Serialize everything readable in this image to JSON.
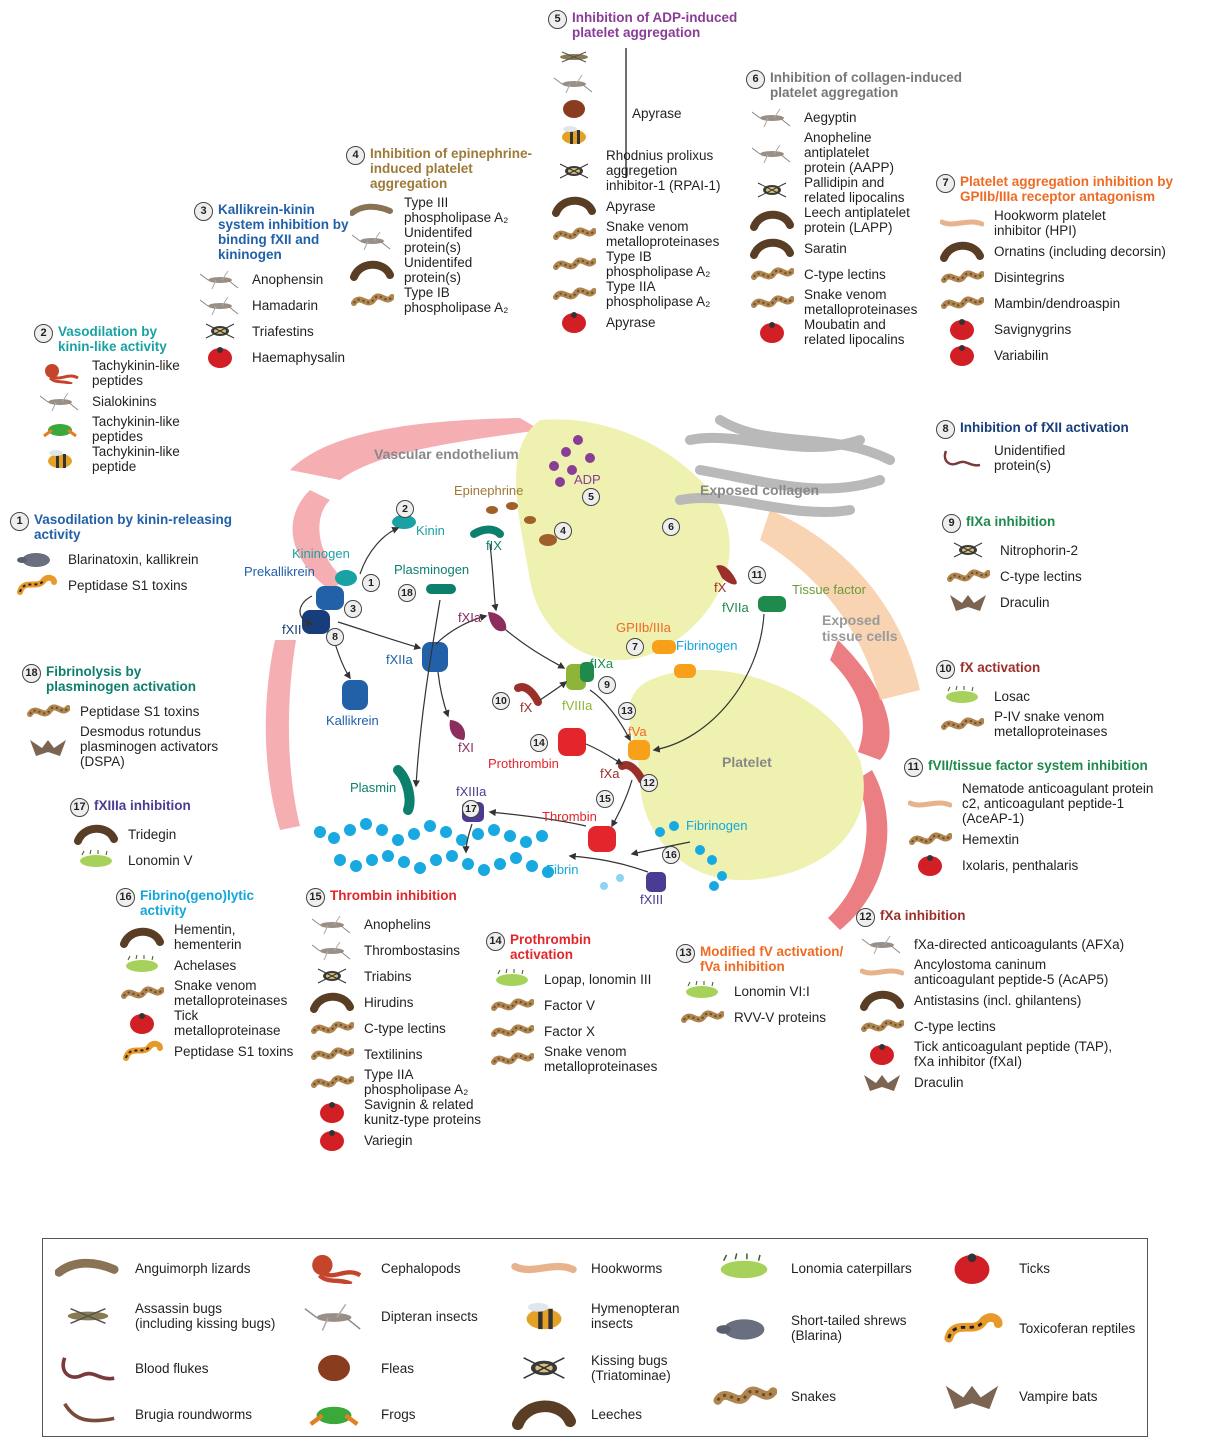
{
  "colors": {
    "teal": "#1aa1a3",
    "darkteal": "#0c7f6d",
    "blue": "#2260a8",
    "navy": "#173e7a",
    "purple": "#8a3d96",
    "gold": "#9e7a38",
    "gray": "#777777",
    "orange": "#ef6a22",
    "green": "#1e8a4c",
    "brown": "#9b2f2a",
    "red": "#e2262b",
    "indigo": "#4a3c92",
    "cyan": "#14a6d8",
    "olive": "#6e9a34"
  },
  "groups": [
    {
      "num": "1",
      "title": "Vasodilation by kinin-releasing\nactivity",
      "color": "#2260a8",
      "items": [
        {
          "icon": "shrew-icon",
          "text": "Blarinatoxin, kallikrein"
        },
        {
          "icon": "toxicoferan-reptile-icon",
          "text": "Peptidase S1 toxins"
        }
      ]
    },
    {
      "num": "2",
      "title": "Vasodilation by\nkinin-like activity",
      "color": "#1aa1a3",
      "items": [
        {
          "icon": "cephalopod-icon",
          "text": "Tachykinin-like\npeptides"
        },
        {
          "icon": "mosquito-icon",
          "text": "Sialokinins"
        },
        {
          "icon": "frog-icon",
          "text": "Tachykinin-like\npeptides"
        },
        {
          "icon": "bee-icon",
          "text": "Tachykinin-like\npeptide"
        }
      ]
    },
    {
      "num": "3",
      "title": "Kallikrein-kinin\nsystem inhibition by\nbinding fXII and\nkininogen",
      "color": "#2260a8",
      "items": [
        {
          "icon": "mosquito-icon",
          "text": "Anophensin"
        },
        {
          "icon": "mosquito-icon",
          "text": "Hamadarin"
        },
        {
          "icon": "kissing-bug-icon",
          "text": "Triafestins"
        },
        {
          "icon": "tick-icon",
          "text": "Haemaphysalin"
        }
      ]
    },
    {
      "num": "4",
      "title": "Inhibition of epinephrine-\ninduced platelet\naggregation",
      "color": "#9e7a38",
      "items": [
        {
          "icon": "lizard-icon",
          "text": "Type III\nphospholipase A₂"
        },
        {
          "icon": "mosquito-icon",
          "text": "Unidentifed\nprotein(s)"
        },
        {
          "icon": "leech-icon",
          "text": "Unidentifed\nprotein(s)"
        },
        {
          "icon": "snake-icon",
          "text": "Type IB\nphospholipase A₂"
        }
      ]
    },
    {
      "num": "5",
      "title": "Inhibition of ADP-induced\nplatelet aggregation",
      "color": "#8a3d96",
      "brace_label": "Apyrase",
      "items": [
        {
          "icon": "assassin-bug-icon",
          "text": ""
        },
        {
          "icon": "mosquito-icon",
          "text": ""
        },
        {
          "icon": "flea-icon",
          "text": ""
        },
        {
          "icon": "bee-icon",
          "text": ""
        },
        {
          "icon": "kissing-bug-icon",
          "text": "Rhodnius prolixus\naggregetion\ninhibitor-1 (RPAI-1)"
        },
        {
          "icon": "leech-icon",
          "text": "Apyrase"
        },
        {
          "icon": "snake-icon",
          "text": "Snake venom\nmetalloproteinases"
        },
        {
          "icon": "snake-icon",
          "text": "Type IB\nphospholipase A₂"
        },
        {
          "icon": "snake-icon",
          "text": "Type IIA\nphospholipase A₂"
        },
        {
          "icon": "tick-icon",
          "text": "Apyrase"
        }
      ]
    },
    {
      "num": "6",
      "title": "Inhibition of collagen-induced\nplatelet aggregation",
      "color": "#777777",
      "items": [
        {
          "icon": "mosquito-icon",
          "text": "Aegyptin"
        },
        {
          "icon": "mosquito-icon",
          "text": "Anopheline\nantiplatelet\nprotein (AAPP)"
        },
        {
          "icon": "kissing-bug-icon",
          "text": "Pallidipin and\nrelated lipocalins"
        },
        {
          "icon": "leech-icon",
          "text": "Leech antiplatelet\nprotein (LAPP)"
        },
        {
          "icon": "leech-icon",
          "text": "Saratin"
        },
        {
          "icon": "snake-icon",
          "text": "C-type lectins"
        },
        {
          "icon": "snake-icon",
          "text": "Snake venom\nmetalloproteinases"
        },
        {
          "icon": "tick-icon",
          "text": "Moubatin and\nrelated lipocalins"
        }
      ]
    },
    {
      "num": "7",
      "title": "Platelet aggregation inhibition by\nGPIIb/IIIa receptor antagonism",
      "color": "#ef6a22",
      "items": [
        {
          "icon": "hookworm-icon",
          "text": "Hookworm platelet\ninhibitor (HPI)"
        },
        {
          "icon": "leech-icon",
          "text": "Ornatins (including decorsin)"
        },
        {
          "icon": "snake-icon",
          "text": "Disintegrins"
        },
        {
          "icon": "snake-icon",
          "text": "Mambin/dendroaspin"
        },
        {
          "icon": "tick-icon",
          "text": "Savignygrins"
        },
        {
          "icon": "tick-icon",
          "text": "Variabilin"
        }
      ]
    },
    {
      "num": "8",
      "title": "Inhibition of fXII activation",
      "color": "#173e7a",
      "items": [
        {
          "icon": "blood-fluke-icon",
          "text": "Unidentified\nprotein(s)"
        }
      ]
    },
    {
      "num": "9",
      "title": "fIXa inhibition",
      "color": "#1e8a4c",
      "items": [
        {
          "icon": "kissing-bug-icon",
          "text": "Nitrophorin-2"
        },
        {
          "icon": "snake-icon",
          "text": "C-type lectins"
        },
        {
          "icon": "vampire-bat-icon",
          "text": "Draculin"
        }
      ]
    },
    {
      "num": "10",
      "title": "fX activation",
      "color": "#9b2f2a",
      "items": [
        {
          "icon": "caterpillar-icon",
          "text": "Losac"
        },
        {
          "icon": "snake-icon",
          "text": "P-IV snake venom\nmetalloproteinases"
        }
      ]
    },
    {
      "num": "11",
      "title": "fVII/tissue factor system inhibition",
      "color": "#1e8a4c",
      "items": [
        {
          "icon": "hookworm-icon",
          "text": "Nematode anticoagulant protein\nc2, anticoagulant peptide-1\n(AceAP-1)"
        },
        {
          "icon": "snake-icon",
          "text": "Hemextin"
        },
        {
          "icon": "tick-icon",
          "text": "Ixolaris, penthalaris"
        }
      ]
    },
    {
      "num": "12",
      "title": "fXa inhibition",
      "color": "#9b2f2a",
      "items": [
        {
          "icon": "mosquito-icon",
          "text": "fXa-directed anticoagulants (AFXa)"
        },
        {
          "icon": "hookworm-icon",
          "text": "Ancylostoma caninum\nanticoagulant peptide-5 (AcAP5)"
        },
        {
          "icon": "leech-icon",
          "text": "Antistasins (incl. ghilantens)"
        },
        {
          "icon": "snake-icon",
          "text": "C-type lectins"
        },
        {
          "icon": "tick-icon",
          "text": "Tick anticoagulant peptide (TAP),\nfXa inhibitor (fXaI)"
        },
        {
          "icon": "vampire-bat-icon",
          "text": "Draculin"
        }
      ]
    },
    {
      "num": "13",
      "title": "Modified fV activation/\nfVa inhibition",
      "color": "#ef6a22",
      "items": [
        {
          "icon": "caterpillar-icon",
          "text": "Lonomin VI:I"
        },
        {
          "icon": "snake-icon",
          "text": "RVV-V proteins"
        }
      ]
    },
    {
      "num": "14",
      "title": "Prothrombin\nactivation",
      "color": "#e2262b",
      "items": [
        {
          "icon": "caterpillar-icon",
          "text": "Lopap, lonomin III"
        },
        {
          "icon": "snake-icon",
          "text": "Factor V"
        },
        {
          "icon": "snake-icon",
          "text": "Factor X"
        },
        {
          "icon": "snake-icon",
          "text": "Snake venom\nmetalloproteinases"
        }
      ]
    },
    {
      "num": "15",
      "title": "Thrombin inhibition",
      "color": "#e2262b",
      "items": [
        {
          "icon": "mosquito-icon",
          "text": "Anophelins"
        },
        {
          "icon": "mosquito-icon",
          "text": "Thrombostasins"
        },
        {
          "icon": "kissing-bug-icon",
          "text": "Triabins"
        },
        {
          "icon": "leech-icon",
          "text": "Hirudins"
        },
        {
          "icon": "snake-icon",
          "text": "C-type lectins"
        },
        {
          "icon": "snake-icon",
          "text": "Textilinins"
        },
        {
          "icon": "snake-icon",
          "text": "Type IIA\nphospholipase A₂"
        },
        {
          "icon": "tick-icon",
          "text": "Savignin & related\nkunitz-type proteins"
        },
        {
          "icon": "tick-icon",
          "text": "Variegin"
        }
      ]
    },
    {
      "num": "16",
      "title": "Fibrino(geno)lytic\nactivity",
      "color": "#14a6d8",
      "items": [
        {
          "icon": "leech-icon",
          "text": "Hementin,\nhementerin"
        },
        {
          "icon": "caterpillar-icon",
          "text": "Achelases"
        },
        {
          "icon": "snake-icon",
          "text": "Snake venom\nmetalloproteinases"
        },
        {
          "icon": "tick-icon",
          "text": "Tick\nmetalloproteinase"
        },
        {
          "icon": "toxicoferan-reptile-icon",
          "text": "Peptidase S1 toxins"
        }
      ]
    },
    {
      "num": "17",
      "title": "fXIIIa inhibition",
      "color": "#4a3c92",
      "items": [
        {
          "icon": "leech-icon",
          "text": "Tridegin"
        },
        {
          "icon": "caterpillar-icon",
          "text": "Lonomin V"
        }
      ]
    },
    {
      "num": "18",
      "title": "Fibrinolysis by\nplasminogen activation",
      "color": "#0c7f6d",
      "items": [
        {
          "icon": "snake-icon",
          "text": "Peptidase S1 toxins"
        },
        {
          "icon": "vampire-bat-icon",
          "text": "Desmodus rotundus\nplasminogen activators\n(DSPA)"
        }
      ]
    }
  ],
  "diagram": {
    "labels": {
      "vascular_endothelium": "Vascular endothelium",
      "exposed_collagen": "Exposed collagen",
      "exposed_tissue_cells": "Exposed\ntissue cells",
      "platelet": "Platelet",
      "adp": "ADP",
      "epinephrine": "Epinephrine",
      "kinin": "Kinin",
      "kininogen": "Kininogen",
      "prekallikrein": "Prekallikrein",
      "fxii": "fXII",
      "fxiia": "fXIIa",
      "kallikrein": "Kallikrein",
      "plasminogen": "Plasminogen",
      "plasmin": "Plasmin",
      "fix": "fIX",
      "fxia": "fXIa",
      "fxi": "fXI",
      "fixa": "fIXa",
      "fviiia": "fVIIIa",
      "fx_left": "fX",
      "fx_right": "fX",
      "fviia": "fVIIa",
      "tissue_factor": "Tissue factor",
      "gpiib": "GPIIb/IIIa",
      "fibrinogen_top": "Fibrinogen",
      "fva": "fVa",
      "fxa": "fXa",
      "prothrombin": "Prothrombin",
      "thrombin": "Thrombin",
      "fxiiia": "fXIIIa",
      "fxiii": "fXIII",
      "fibrin": "Fibrin",
      "fibrinogen_bottom": "Fibrinogen"
    },
    "markers": [
      "1",
      "2",
      "3",
      "4",
      "5",
      "6",
      "7",
      "8",
      "9",
      "10",
      "11",
      "12",
      "13",
      "14",
      "15",
      "16",
      "17",
      "18"
    ]
  },
  "legend": [
    {
      "icon": "lizard-icon",
      "text": "Anguimorph lizards"
    },
    {
      "icon": "assassin-bug-icon",
      "text": "Assassin bugs\n(including kissing bugs)"
    },
    {
      "icon": "blood-fluke-icon",
      "text": "Blood flukes"
    },
    {
      "icon": "roundworm-icon",
      "text": "Brugia roundworms"
    },
    {
      "icon": "cephalopod-icon",
      "text": "Cephalopods"
    },
    {
      "icon": "mosquito-icon",
      "text": "Dipteran insects"
    },
    {
      "icon": "flea-icon",
      "text": "Fleas"
    },
    {
      "icon": "frog-icon",
      "text": "Frogs"
    },
    {
      "icon": "hookworm-icon",
      "text": "Hookworms"
    },
    {
      "icon": "bee-icon",
      "text": "Hymenopteran\ninsects"
    },
    {
      "icon": "kissing-bug-icon",
      "text": "Kissing bugs\n(Triatominae)"
    },
    {
      "icon": "leech-icon",
      "text": "Leeches"
    },
    {
      "icon": "caterpillar-icon",
      "text": "Lonomia caterpillars"
    },
    {
      "icon": "shrew-icon",
      "text": "Short-tailed shrews\n(Blarina)"
    },
    {
      "icon": "snake-icon",
      "text": "Snakes"
    },
    {
      "icon": "tick-icon",
      "text": "Ticks"
    },
    {
      "icon": "toxicoferan-reptile-icon",
      "text": "Toxicoferan reptiles"
    },
    {
      "icon": "vampire-bat-icon",
      "text": "Vampire bats"
    }
  ]
}
